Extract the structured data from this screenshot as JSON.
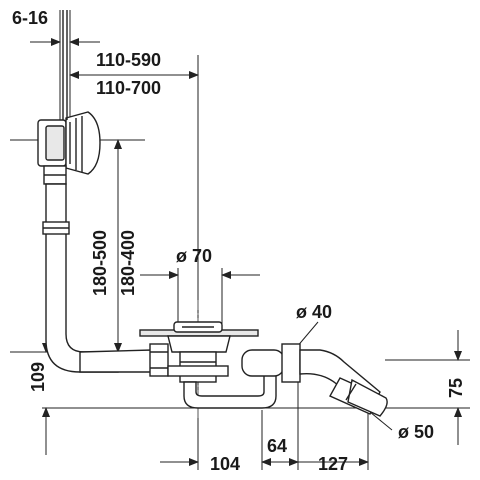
{
  "diagram": {
    "labels": {
      "grip_range": "6-16",
      "horizontal_range_a": "110-590",
      "horizontal_range_b": "110-700",
      "vertical_range_a": "180-500",
      "vertical_range_b": "180-400",
      "drain_diameter": "ø 70",
      "pipe_diameter_40": "ø 40",
      "pipe_diameter_50": "ø 50",
      "height_109": "109",
      "height_75": "75",
      "width_104": "104",
      "width_64": "64",
      "width_127": "127"
    }
  }
}
